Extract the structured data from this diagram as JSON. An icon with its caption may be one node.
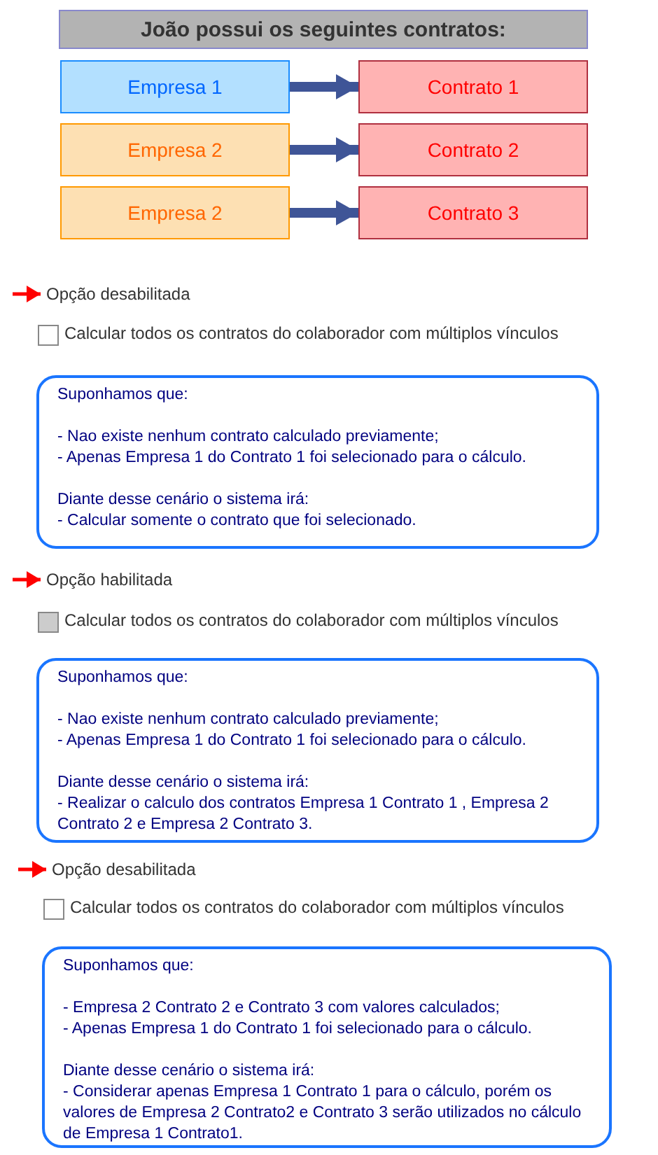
{
  "diagram": {
    "nodes": [
      {
        "text": [
          "João possui os seguintes contratos:"
        ]
      },
      {
        "text": [
          "Empresa 1"
        ]
      },
      {
        "text": [
          "Contrato 1"
        ]
      },
      {
        "text": [
          "Empresa 2"
        ]
      },
      {
        "text": [
          "Contrato 2"
        ]
      },
      {
        "text": [
          "Empresa 2"
        ]
      },
      {
        "text": [
          "Contrato 3"
        ]
      },
      {
        "text": [
          "Opção desabilitada"
        ]
      },
      {
        "text": [
          "Suponhamos que:",
          "- Nao existe nenhum contrato calculado previamente;",
          "- Apenas Empresa 1 do Contrato 1 foi selecionado para o cálculo.",
          "Diante desse cenário o sistema irá:",
          "- Calcular somente o contrato que foi selecionado."
        ]
      },
      {
        "text": [
          "Opção habilitada"
        ]
      },
      {
        "text": [
          "Suponhamos que:",
          "- Nao existe nenhum contrato calculado previamente;",
          "- Apenas Empresa 1 do Contrato 1 foi selecionado para o cálculo.",
          "Diante desse cenário o sistema irá:",
          "- Realizar o calculo dos contratos Empresa 1 Contrato 1 , Empresa 2 Contrato 2 e Empresa 2 Contrato 3."
        ]
      },
      {
        "text": [
          "Opção desabilitada"
        ]
      },
      {
        "text": [
          "Suponhamos que:",
          "- Empresa 2 Contrato 2 e Contrato 3 com valores calculados;",
          "- Apenas Empresa 1 do Contrato 1 foi selecionado para o cálculo.",
          "Diante desse cenário o sistema irá:",
          "- Considerar apenas Empresa 1 Contrato 1 para o cálculo, porém os valores de Empresa 2 Contrato2 e Contrato 3 serão utilizados no cálculo de Empresa 1 Contrato1."
        ]
      }
    ],
    "edges": [
      {
        "from": 1,
        "to": 2,
        "arrow": "to",
        "style": "thick"
      },
      {
        "from": 3,
        "to": 4,
        "arrow": "to",
        "style": "thick"
      },
      {
        "from": 5,
        "to": 6,
        "arrow": "to",
        "style": "thick"
      },
      {
        "from": null,
        "to": 7,
        "arrow": "to",
        "color": "#ff0000"
      },
      {
        "from": null,
        "to": 9,
        "arrow": "to",
        "color": "#ff0000"
      },
      {
        "from": null,
        "to": 11,
        "arrow": "to",
        "color": "#ff0000"
      }
    ],
    "labels": [
      "Calcular todos os contratos do colaborador com múltiplos vínculos",
      "Calcular todos os contratos do colaborador com múltiplos vínculos",
      "Calcular todos os contratos do colaborador com múltiplos vínculos"
    ]
  }
}
